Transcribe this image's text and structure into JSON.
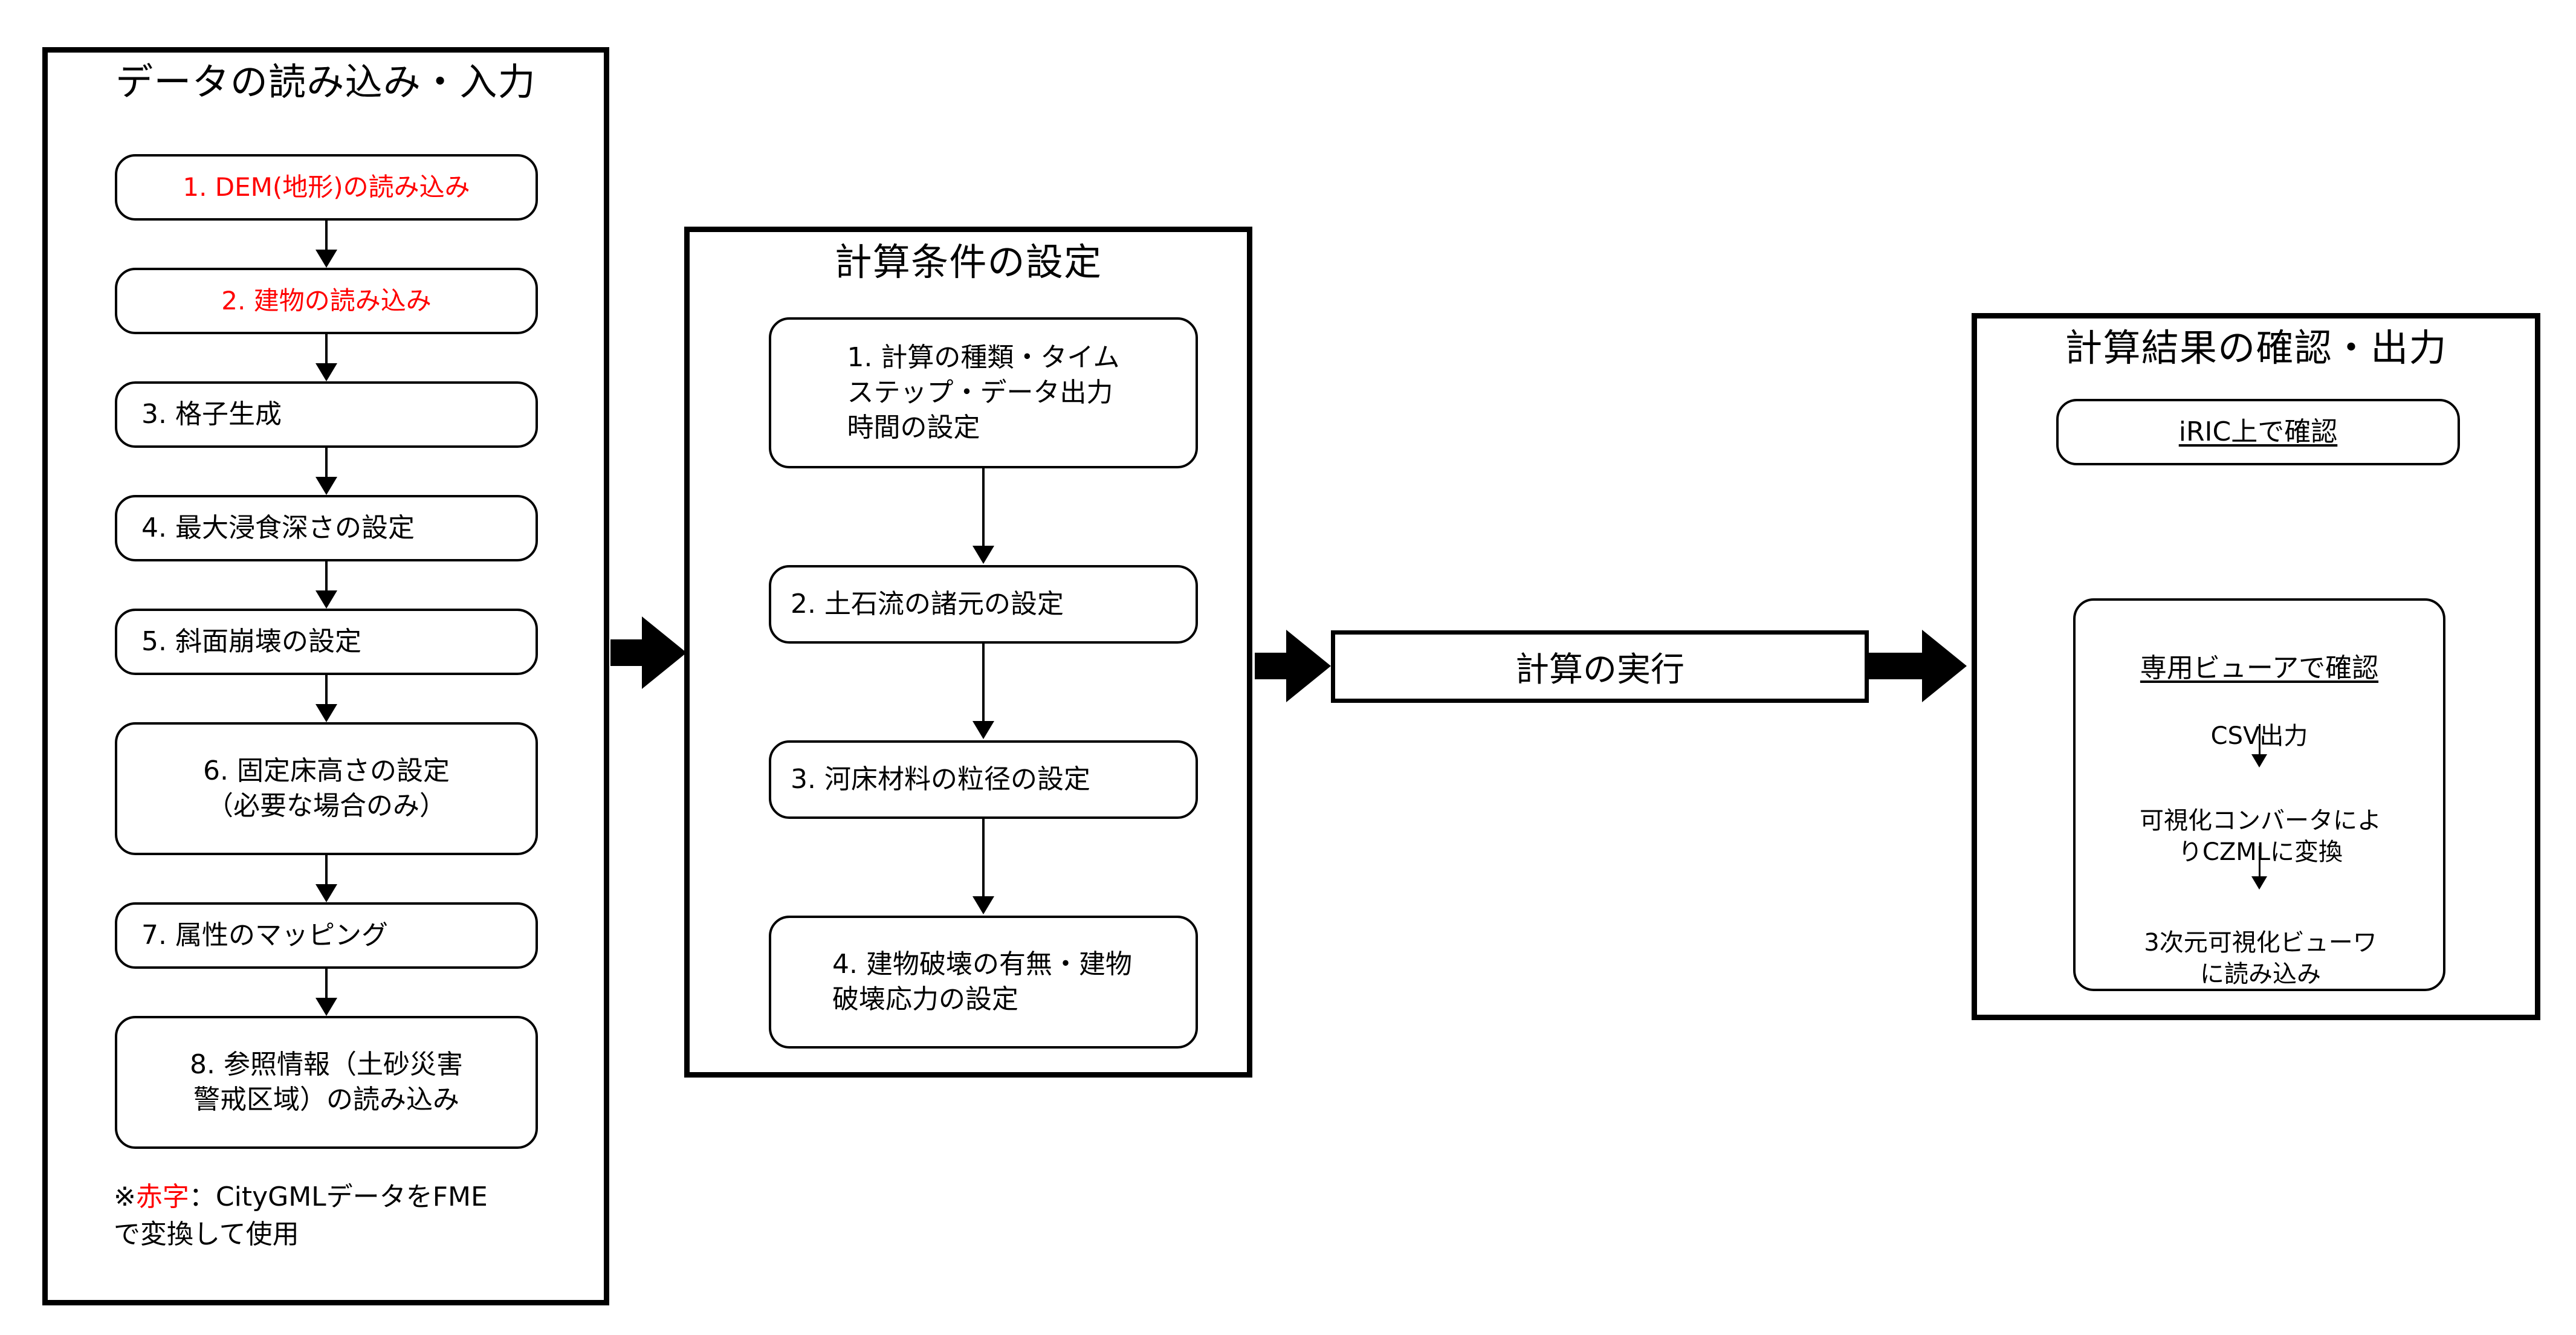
{
  "diagram": {
    "title_colors": {
      "accent_red": "#ff0000",
      "line_black": "#000000"
    },
    "panels": [
      {
        "id": "input",
        "title": "データの読み込み・入力",
        "steps": [
          {
            "label": "1. DEM(地形)の読み込み",
            "red": true
          },
          {
            "label": "2. 建物の読み込み",
            "red": true
          },
          {
            "label": "3. 格子生成",
            "red": false
          },
          {
            "label": "4. 最大浸食深さの設定",
            "red": false
          },
          {
            "label": "5. 斜面崩壊の設定",
            "red": false
          },
          {
            "label": "6. 固定床高さの設定\n（必要な場合のみ）",
            "red": false
          },
          {
            "label": "7. 属性のマッピング",
            "red": false
          },
          {
            "label": "8. 参照情報（土砂災害\n警戒区域）の読み込み",
            "red": false
          }
        ],
        "footnote_prefix": "※",
        "footnote_red": "赤字",
        "footnote_rest": "：CityGMLデータをFME\nで変換して使用"
      },
      {
        "id": "conditions",
        "title": "計算条件の設定",
        "steps": [
          {
            "label": "1. 計算の種類・タイム\nステップ・データ出力\n時間の設定"
          },
          {
            "label": "2. 土石流の諸元の設定"
          },
          {
            "label": "3. 河床材料の粒径の設定"
          },
          {
            "label": "4. 建物破壊の有無・建物\n破壊応力の設定"
          }
        ]
      },
      {
        "id": "results",
        "title": "計算結果の確認・出力",
        "irics_box_label": "iRIC上で確認",
        "viewer_box": {
          "heading": "専用ビューアで確認",
          "steps": [
            "CSV出力",
            "可視化コンバータによ\nりCZMLに変換",
            "3次元可視化ビューワ\nに読み込み"
          ]
        }
      }
    ],
    "run_box_label": "計算の実行",
    "flow_arrows": [
      {
        "name": "input-to-conditions"
      },
      {
        "name": "conditions-to-run"
      },
      {
        "name": "run-to-results"
      }
    ]
  }
}
